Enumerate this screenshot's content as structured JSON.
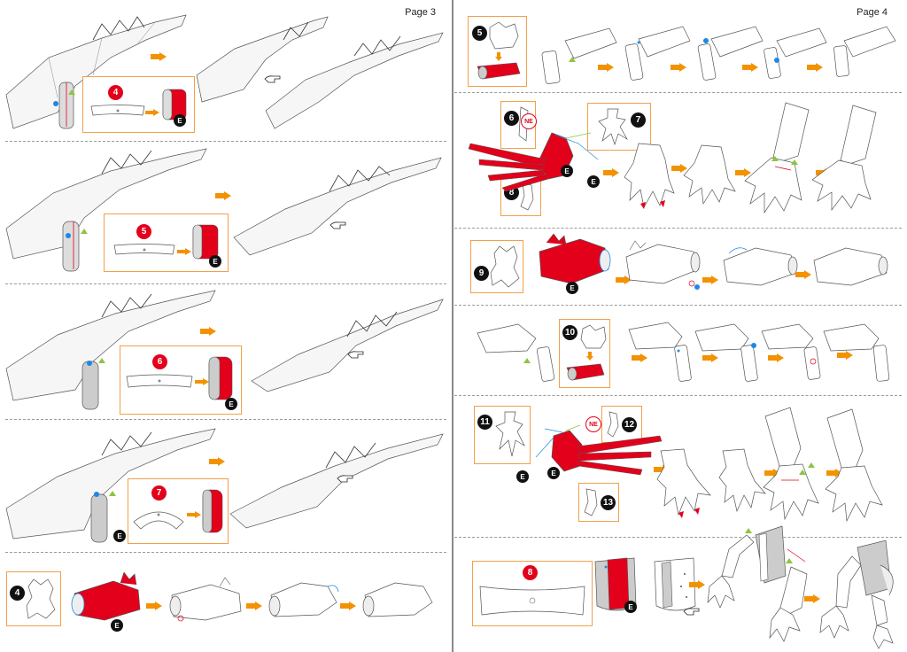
{
  "pages": [
    {
      "label": "Page 3"
    },
    {
      "label": "Page 4"
    }
  ],
  "steps_left": [
    "4",
    "5",
    "6",
    "7",
    "4"
  ],
  "steps_right": [
    "5",
    "6",
    "7",
    "8",
    "9",
    "10",
    "11",
    "12",
    "13",
    "8"
  ],
  "piece_marker": "E",
  "ne_marker": "NE",
  "colors": {
    "accent_orange": "#f39200",
    "part_red": "#e3001b",
    "glue_blue": "#1e88e5",
    "fold_green": "#8cc63f",
    "box_border": "#f2a04a",
    "divider": "#9a9a9a"
  },
  "icons": [
    "hand-pointer-icon",
    "arrow-right-icon"
  ]
}
